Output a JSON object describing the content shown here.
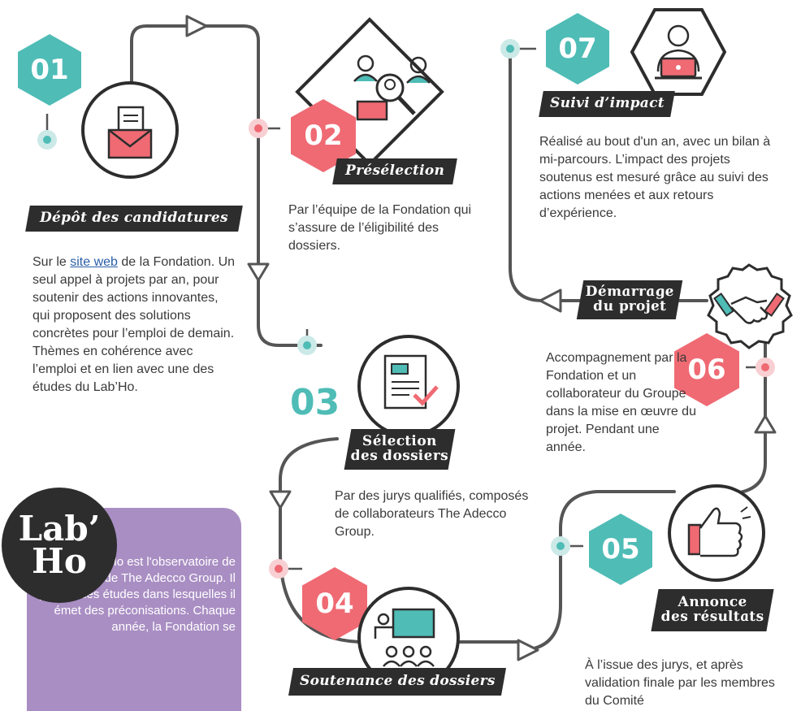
{
  "steps": [
    {
      "number": "01",
      "title": "Dépôt des candidatures",
      "desc_prefix": "Sur le ",
      "desc_link": "site web",
      "desc_rest": " de la Fondation. Un seul appel à projets par an, pour soutenir des actions innovantes, qui proposent des solutions concrètes pour l’emploi de demain. Thèmes en cohérence avec l’emploi et en lien avec une des études du Lab’Ho.",
      "icon": "envelope-letter-icon"
    },
    {
      "number": "02",
      "title": "Présélection",
      "desc": "Par l’équipe de la Fondation qui s’assure de l’éligibilité des dossiers.",
      "icon": "magnifier-people-icon"
    },
    {
      "number": "03",
      "title_line1": "Sélection",
      "title_line2": "des dossiers",
      "desc": "Par des jurys qualifiés, composés de collaborateurs The Adecco Group.",
      "icon": "document-check-icon"
    },
    {
      "number": "04",
      "title": "Soutenance des dossiers",
      "desc": "",
      "icon": "presentation-audience-icon"
    },
    {
      "number": "05",
      "title_line1": "Annonce",
      "title_line2": "des résultats",
      "desc": "À l’issue des jurys, et après validation finale par les membres du Comité",
      "icon": "thumbs-up-icon"
    },
    {
      "number": "06",
      "title_line1": "Démarrage",
      "title_line2": "du projet",
      "desc": "Accompagnement par la Fondation et un collaborateur du Groupe dans la mise en œuvre du projet. Pendant une année.",
      "icon": "handshake-icon"
    },
    {
      "number": "07",
      "title": "Suivi d’impact",
      "desc": "Réalisé au bout d'un an, avec un bilan à mi-parcours. L’impact des projets soutenus est mesuré grâce au suivi des actions menées et aux retours d’expérience.",
      "icon": "person-laptop-icon"
    }
  ],
  "labho": {
    "logo_line1": "Lab’",
    "logo_line2": "Ho",
    "text": "Le Lab'Ho est l'observatoire de l'emploi de The Adecco Group. Il produit des études dans lesquelles il émet des préconisations. Chaque année, la Fondation se"
  },
  "colors": {
    "teal": "#4fbcb6",
    "coral": "#ef6a73",
    "dark": "#2d2d2d",
    "purple": "#a98ec3",
    "link": "#2a5ea8"
  }
}
